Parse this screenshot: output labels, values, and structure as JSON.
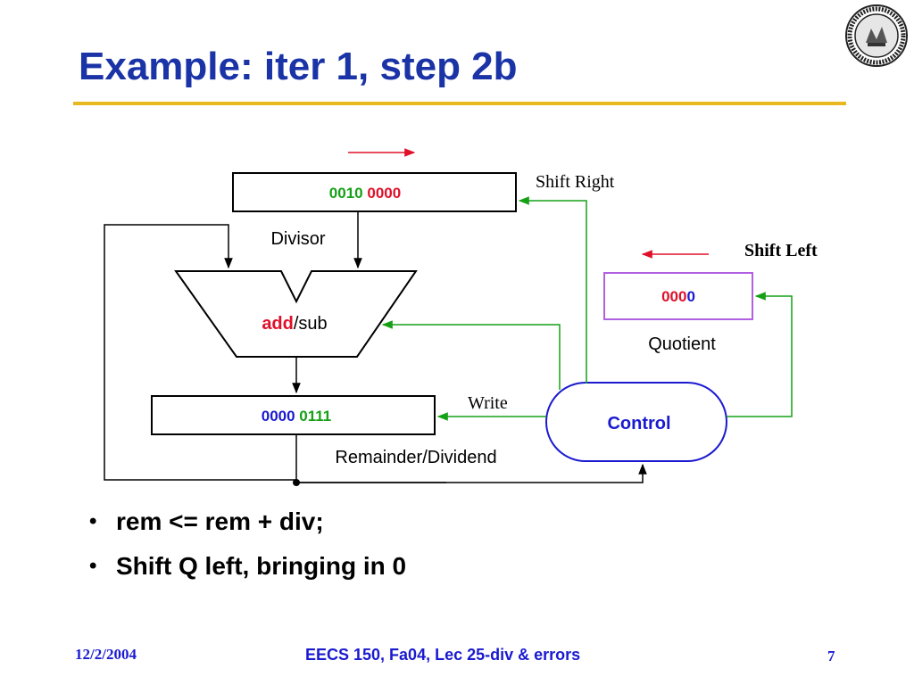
{
  "slide": {
    "title": "Example: iter 1, step 2b"
  },
  "diagram": {
    "divisor": {
      "value_green": "0010",
      "value_red": "0000",
      "label": "Divisor"
    },
    "alu": {
      "op_active": "add",
      "op_rest": "/sub"
    },
    "remainder": {
      "value_blue": "0000",
      "value_green": "0111",
      "label": "Remainder/Dividend"
    },
    "quotient": {
      "value_red": "000",
      "value_blue": "0",
      "label": "Quotient"
    },
    "control": {
      "label": "Control"
    },
    "signals": {
      "shift_right": "Shift Right",
      "shift_left": "Shift Left",
      "write": "Write"
    }
  },
  "bullets": [
    "rem <= rem + div;",
    "Shift Q left, bringing in 0"
  ],
  "footer": {
    "date": "12/2/2004",
    "course": "EECS 150, Fa04, Lec 25-div & errors",
    "page": "7"
  },
  "colors": {
    "title": "#1a33a6",
    "rule": "#e8b820",
    "green": "#16a016",
    "red": "#e0102a",
    "blue": "#1a1ad0",
    "quotient_border": "#b060e0"
  },
  "icons": {
    "logo": "university-seal-icon"
  }
}
